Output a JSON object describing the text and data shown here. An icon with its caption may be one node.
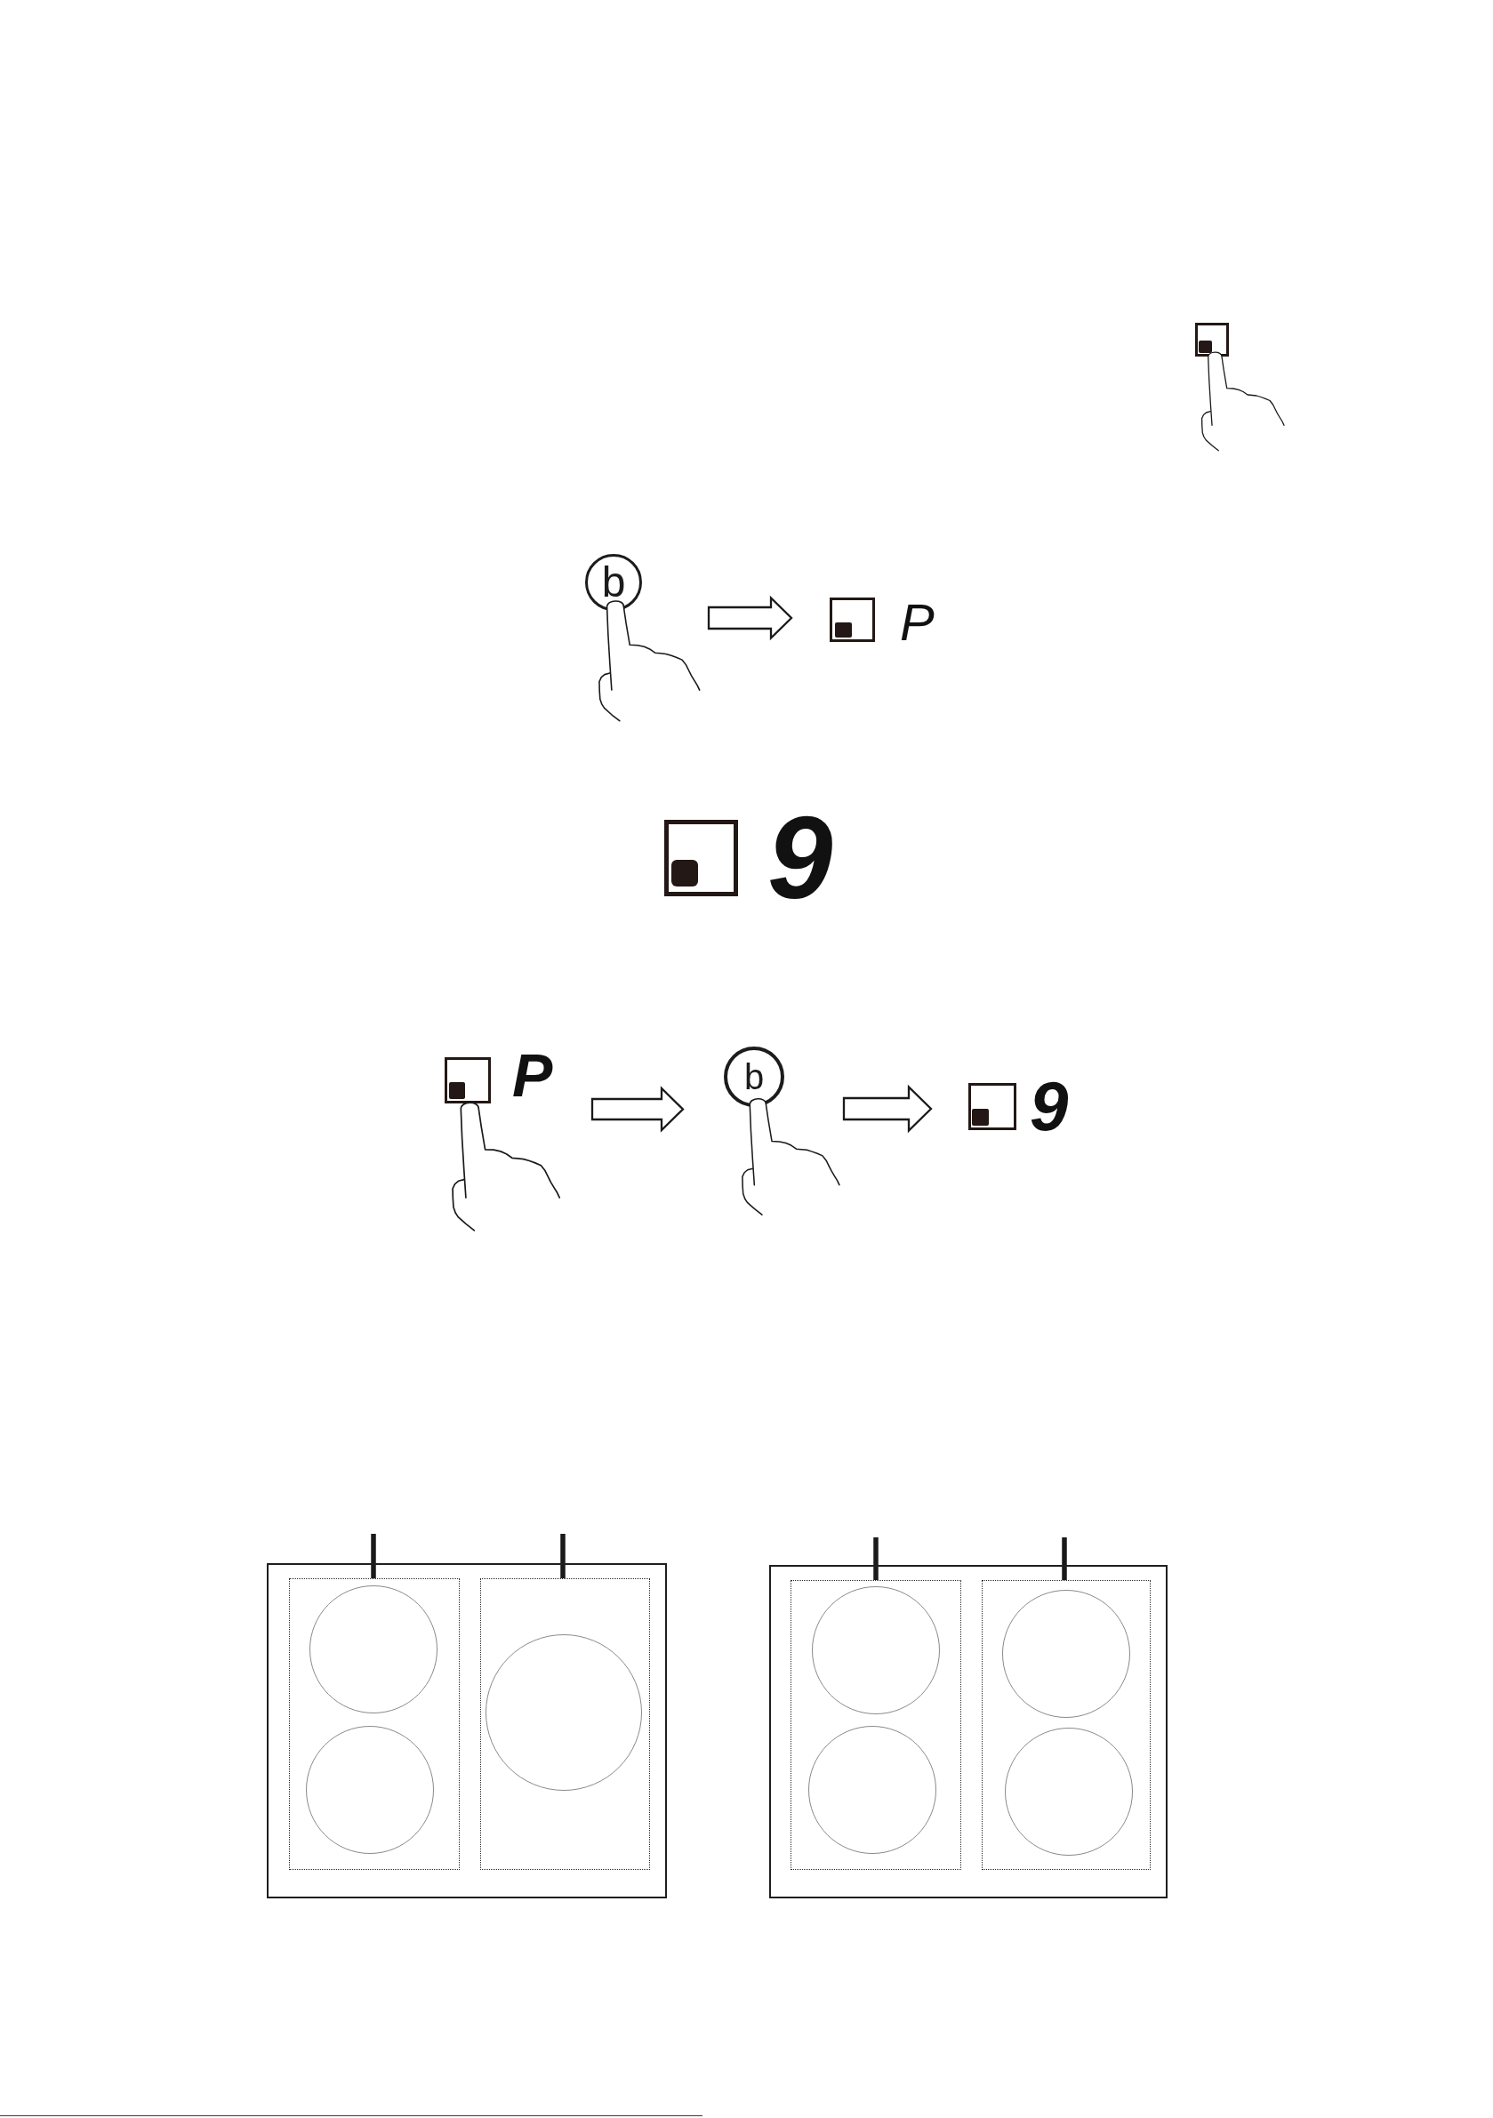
{
  "diagram": {
    "nodes": [
      {
        "text": [],
        "shape": "picture"
      },
      {
        "text": [
          "b"
        ]
      },
      {
        "text": [
          "P"
        ]
      },
      {
        "text": [
          "9"
        ]
      },
      {
        "text": [
          "P"
        ]
      },
      {
        "text": [
          "b"
        ]
      },
      {
        "text": [
          "9"
        ]
      },
      {
        "text": [],
        "shape": "box"
      },
      {
        "text": [],
        "shape": "box",
        "in": 7
      },
      {
        "text": [],
        "shape": "circle",
        "in": 8
      },
      {
        "text": [],
        "shape": "circle",
        "in": 8
      },
      {
        "text": [],
        "shape": "box",
        "in": 7
      },
      {
        "text": [],
        "shape": "circle",
        "in": 11
      },
      {
        "text": [],
        "shape": "box"
      },
      {
        "text": [],
        "shape": "box",
        "in": 13
      },
      {
        "text": [],
        "shape": "circle",
        "in": 14
      },
      {
        "text": [],
        "shape": "circle",
        "in": 14
      },
      {
        "text": [],
        "shape": "box",
        "in": 13
      },
      {
        "text": [],
        "shape": "circle",
        "in": 17
      },
      {
        "text": [],
        "shape": "circle",
        "in": 17
      }
    ],
    "edges": [
      {
        "from": 1,
        "to": 2,
        "arrow": "to"
      },
      {
        "from": 4,
        "to": 5,
        "arrow": "to"
      },
      {
        "from": 5,
        "to": 6,
        "arrow": "to"
      },
      {
        "from": null,
        "to": 8,
        "arrow": "none"
      },
      {
        "from": null,
        "to": 11,
        "arrow": "none"
      },
      {
        "from": null,
        "to": 14,
        "arrow": "none"
      },
      {
        "from": null,
        "to": 17,
        "arrow": "none"
      }
    ]
  }
}
